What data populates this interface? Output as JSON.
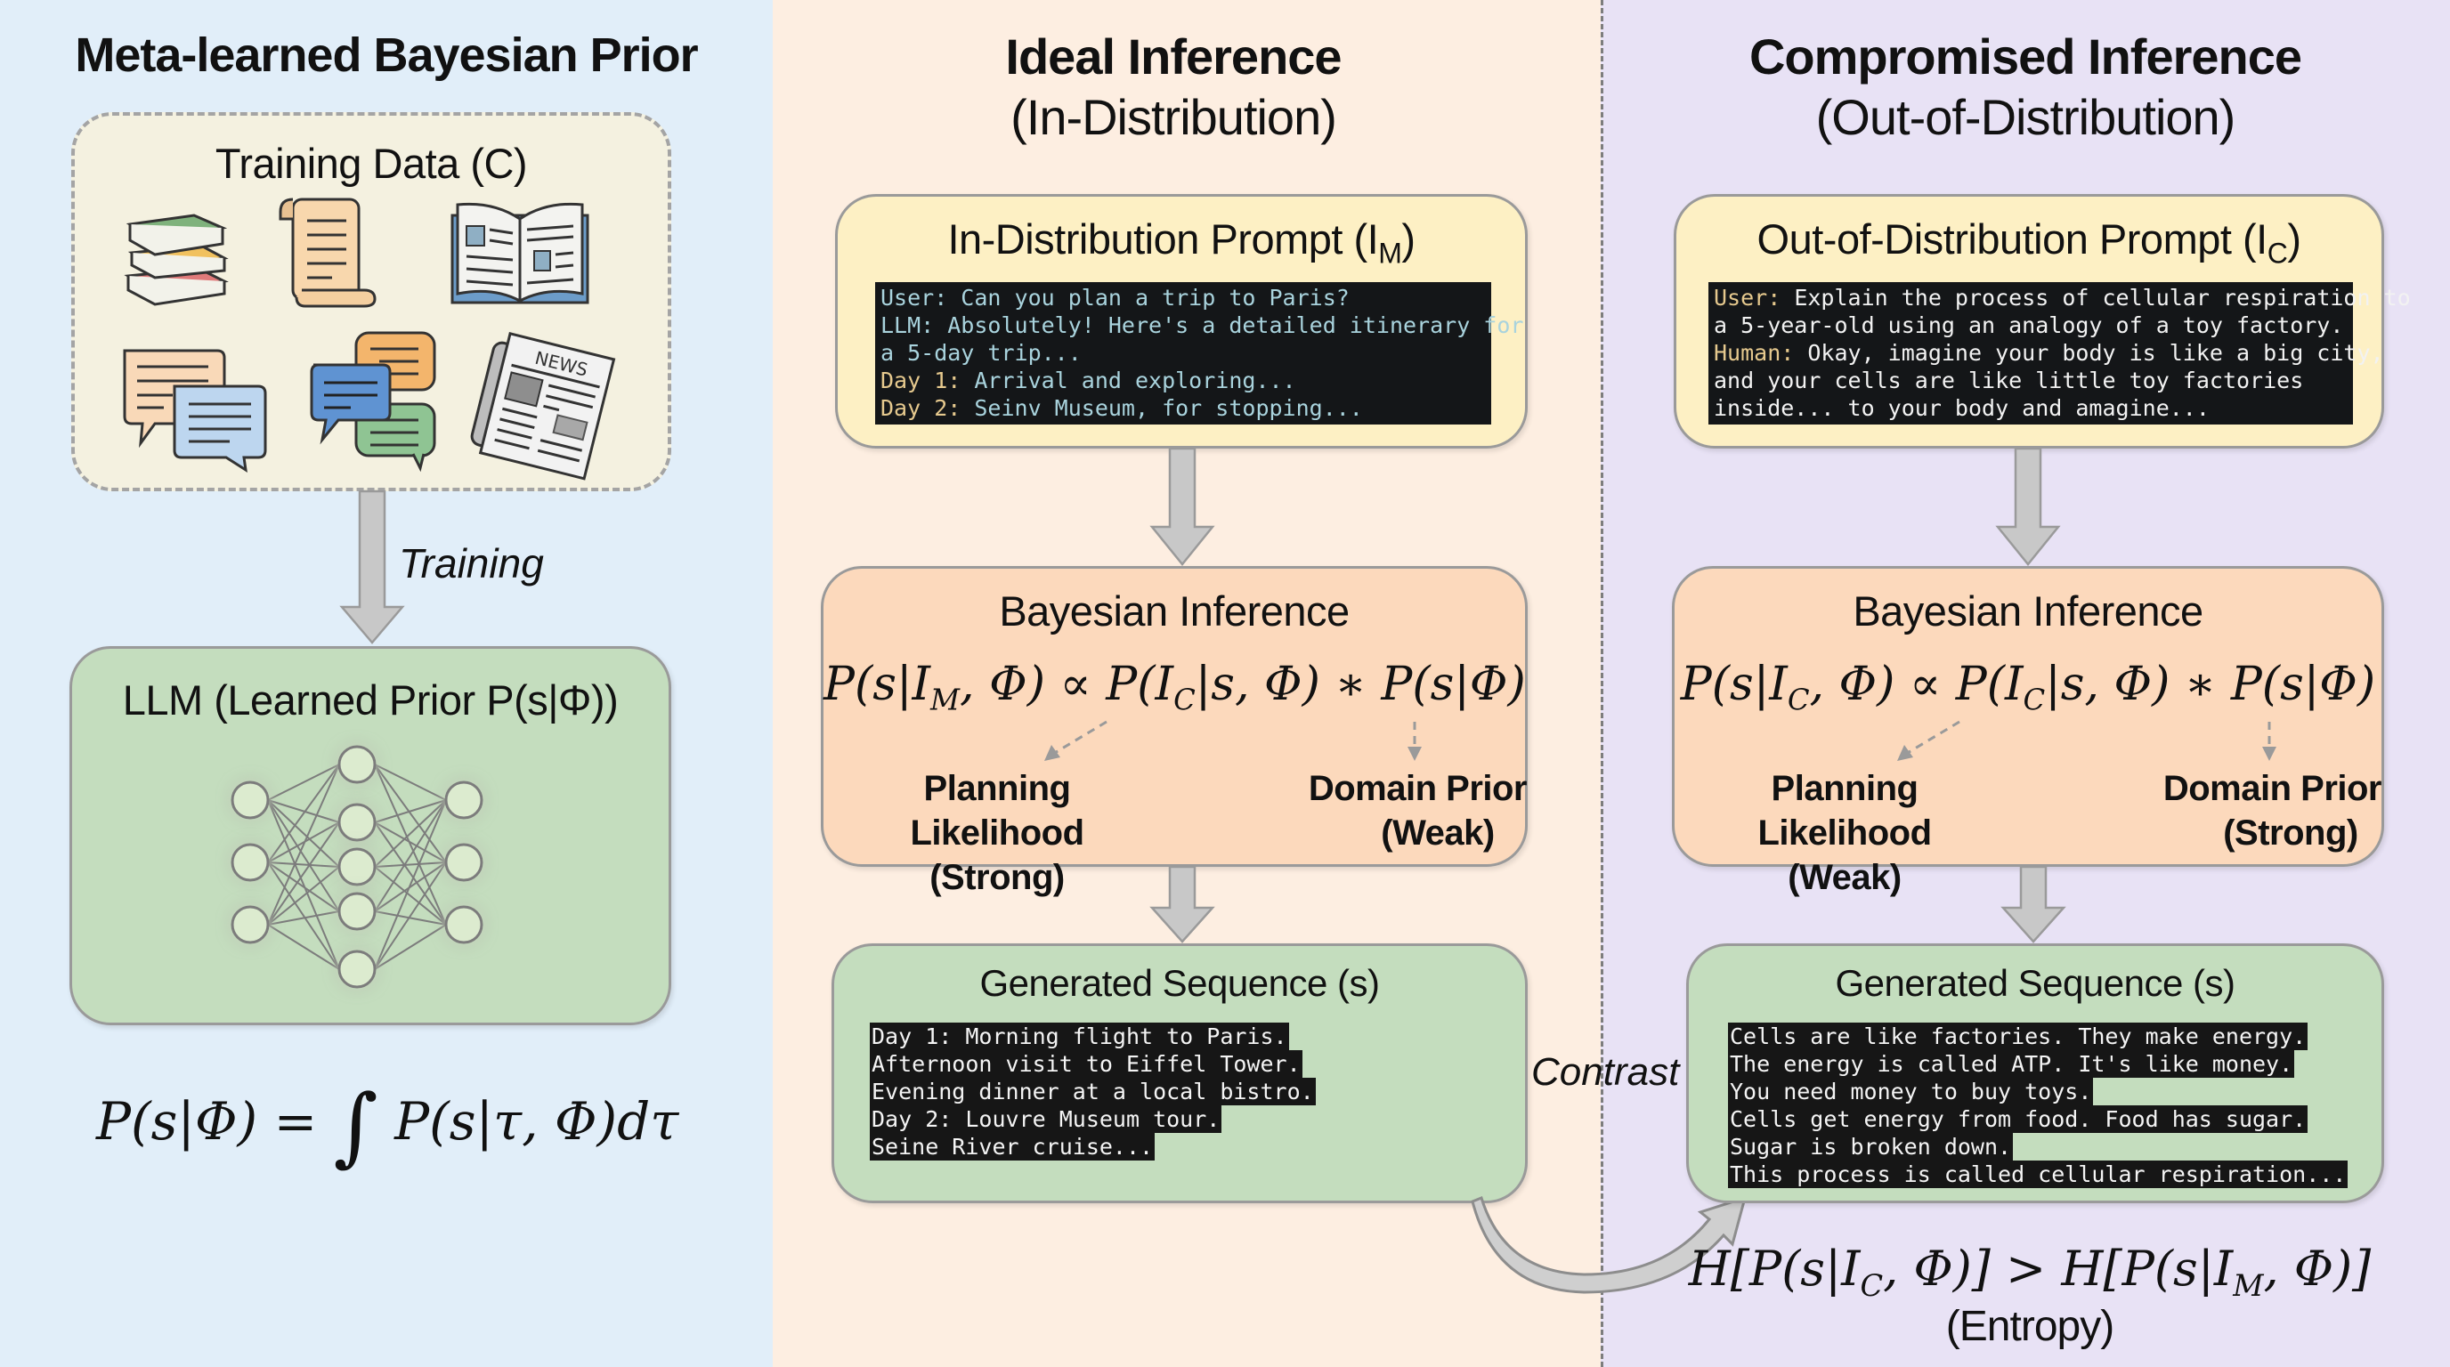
{
  "left_panel": {
    "title": "Meta-learned Bayesian Prior",
    "training_data": {
      "title": "Training Data (C)",
      "icons": [
        "stacked-books-icon",
        "scroll-icon",
        "open-book-icon",
        "chat-bubbles-icon",
        "multi-chat-bubbles-icon",
        "newspaper-icon"
      ],
      "newspaper_label": "NEWS"
    },
    "arrow_label": "Training",
    "llm_box": {
      "title": "LLM (Learned Prior P(s|Φ))",
      "icon": "neural-network-icon"
    },
    "formula": {
      "lhs": "P(s|Φ) =",
      "integral": "∫",
      "rhs": "P(s|τ, Φ)dτ"
    }
  },
  "middle_panel": {
    "title": "Ideal Inference",
    "subtitle": "(In-Distribution)",
    "prompt_box": {
      "title": "In-Distribution Prompt (I",
      "title_sub": "M",
      "title_end": ")",
      "lines": [
        {
          "key": "",
          "text": "User: Can you plan a trip to Paris?"
        },
        {
          "key": "",
          "text": "LLM: Absolutely! Here's a detailed itinerary for"
        },
        {
          "key": "",
          "text": "a 5-day trip..."
        },
        {
          "key": "Day 1:",
          "text": " Arrival and exploring..."
        },
        {
          "key": "Day 2:",
          "text": " Seinv Museum, for stopping..."
        }
      ]
    },
    "inference_box": {
      "title": "Bayesian Inference",
      "formula": {
        "posterior": "P(s|I",
        "posterior_sub": "M",
        "posterior_end": ", Φ)",
        "prop": " ∝ ",
        "likelihood": "P(I",
        "likelihood_sub": "C",
        "likelihood_end": "|s, Φ)",
        "times": " ∗ ",
        "prior": "P(s|Φ)"
      },
      "likelihood_label": "Planning Likelihood",
      "likelihood_strength": "(Strong)",
      "prior_label": "Domain Prior",
      "prior_strength": "(Weak)"
    },
    "sequence_box": {
      "title": "Generated Sequence (s)",
      "lines": [
        "Day 1: Morning flight to Paris.",
        "Afternoon visit to Eiffel Tower.",
        "Evening dinner at a local bistro.",
        "Day 2: Louvre Museum tour.",
        "Seine River cruise..."
      ]
    }
  },
  "contrast_label": "Contrast",
  "right_panel": {
    "title": "Compromised Inference",
    "subtitle": "(Out-of-Distribution)",
    "prompt_box": {
      "title": "Out-of-Distribution Prompt (I",
      "title_sub": "C",
      "title_end": ")",
      "lines": [
        {
          "key": "User:",
          "text": " Explain the process of cellular respiration to"
        },
        {
          "key": "",
          "text": "a 5-year-old using an analogy of a toy factory."
        },
        {
          "key": "Human:",
          "text": " Okay, imagine your body is like a big city,"
        },
        {
          "key": "",
          "text": "and your cells are like little toy factories"
        },
        {
          "key": "",
          "text": "inside... to your body and amagine..."
        }
      ]
    },
    "inference_box": {
      "title": "Bayesian Inference",
      "formula": {
        "posterior": "P(s|I",
        "posterior_sub": "C",
        "posterior_end": ", Φ)",
        "prop": " ∝ ",
        "likelihood": "P(I",
        "likelihood_sub": "C",
        "likelihood_end": "|s, Φ)",
        "times": " ∗ ",
        "prior": "P(s|Φ)"
      },
      "likelihood_label": "Planning Likelihood",
      "likelihood_strength": "(Weak)",
      "prior_label": "Domain Prior",
      "prior_strength": "(Strong)"
    },
    "sequence_box": {
      "title": "Generated Sequence (s)",
      "lines": [
        "Cells are like factories. They make energy.",
        "The energy is called ATP. It's like money.",
        "You need money to buy toys.",
        "Cells get energy from food. Food has sugar.",
        "Sugar is broken down.",
        "This process is called cellular respiration..."
      ]
    },
    "entropy": {
      "formula_a": "H[P(s|I",
      "formula_a_sub": "C",
      "formula_a_end": ", Φ)] > H[P(s|I",
      "formula_b_sub": "M",
      "formula_b_end": ", Φ)]",
      "label": "(Entropy)"
    }
  },
  "colors": {
    "left_bg": "#e1eef9",
    "mid_bg": "#fdeee1",
    "right_bg": "#e8e2f5",
    "prompt_box": "#fdf0c4",
    "inference_box": "#fcd9bc",
    "sequence_box": "#c4ddbe",
    "arrow": "#c8c8c8",
    "terminal_bg": "#141618",
    "terminal_text": "#a9d3dd",
    "terminal_key": "#e6c98e"
  }
}
